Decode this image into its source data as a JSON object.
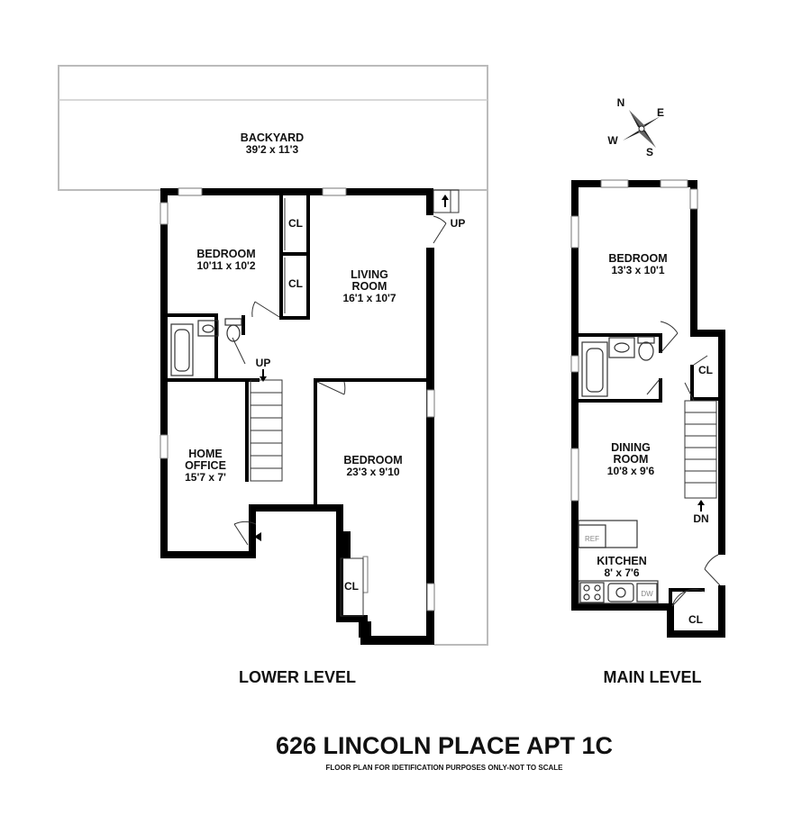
{
  "address": "626 LINCOLN PLACE APT 1C",
  "disclaimer": "FLOOR PLAN FOR IDETIFICATION PURPOSES ONLY-NOT TO SCALE",
  "compass": {
    "n": "N",
    "e": "E",
    "s": "S",
    "w": "W"
  },
  "lower": {
    "level_label": "LOWER LEVEL",
    "backyard": {
      "name": "BACKYARD",
      "dim": "39'2 x 11'3"
    },
    "bedroom1": {
      "name": "BEDROOM",
      "dim": "10'11 x 10'2"
    },
    "living": {
      "name1": "LIVING",
      "name2": "ROOM",
      "dim": "16'1 x 10'7"
    },
    "home_office": {
      "name1": "HOME",
      "name2": "OFFICE",
      "dim": "15'7 x 7'"
    },
    "bedroom2": {
      "name": "BEDROOM",
      "dim": "23'3 x 9'10"
    },
    "closet": "CL",
    "up": "UP"
  },
  "main": {
    "level_label": "MAIN LEVEL",
    "bedroom": {
      "name": "BEDROOM",
      "dim": "13'3 x 10'1"
    },
    "dining": {
      "name1": "DINING",
      "name2": "ROOM",
      "dim": "10'8 x 9'6"
    },
    "kitchen": {
      "name": "KITCHEN",
      "dim": "8' x 7'6"
    },
    "closet": "CL",
    "dn": "DN",
    "ref": "REF",
    "dw": "DW"
  }
}
